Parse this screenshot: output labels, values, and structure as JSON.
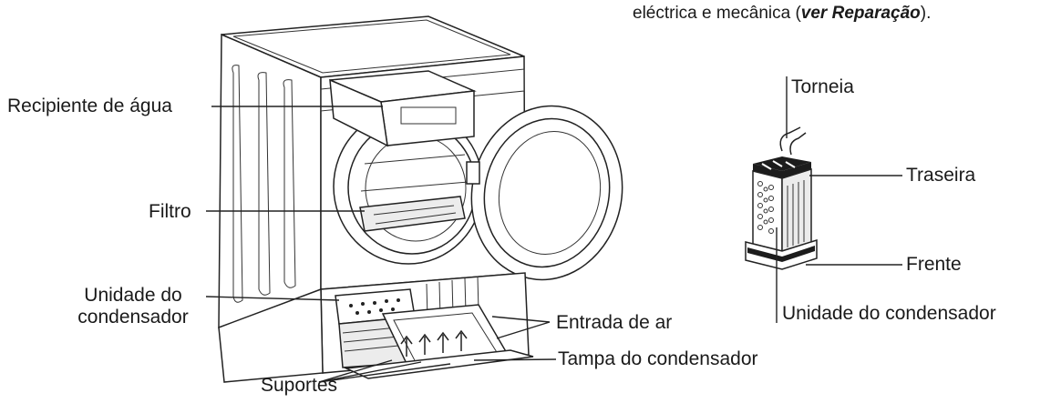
{
  "note": {
    "text_before": "eléctrica e mecânica (",
    "emphasis": "ver Reparação",
    "text_after": ")."
  },
  "dryer_labels": {
    "water_container": "Recipiente de água",
    "filter": "Filtro",
    "condenser_unit_line1": "Unidade do",
    "condenser_unit_line2": "condensador",
    "air_inlet": "Entrada de ar",
    "condenser_cover": "Tampa do condensador",
    "supports": "Suportes"
  },
  "condenser_labels": {
    "tap": "Torneia",
    "rear": "Traseira",
    "front": "Frente",
    "condenser_unit": "Unidade do condensador"
  },
  "icons": [
    "dryer-illustration",
    "condenser-unit-illustration"
  ]
}
